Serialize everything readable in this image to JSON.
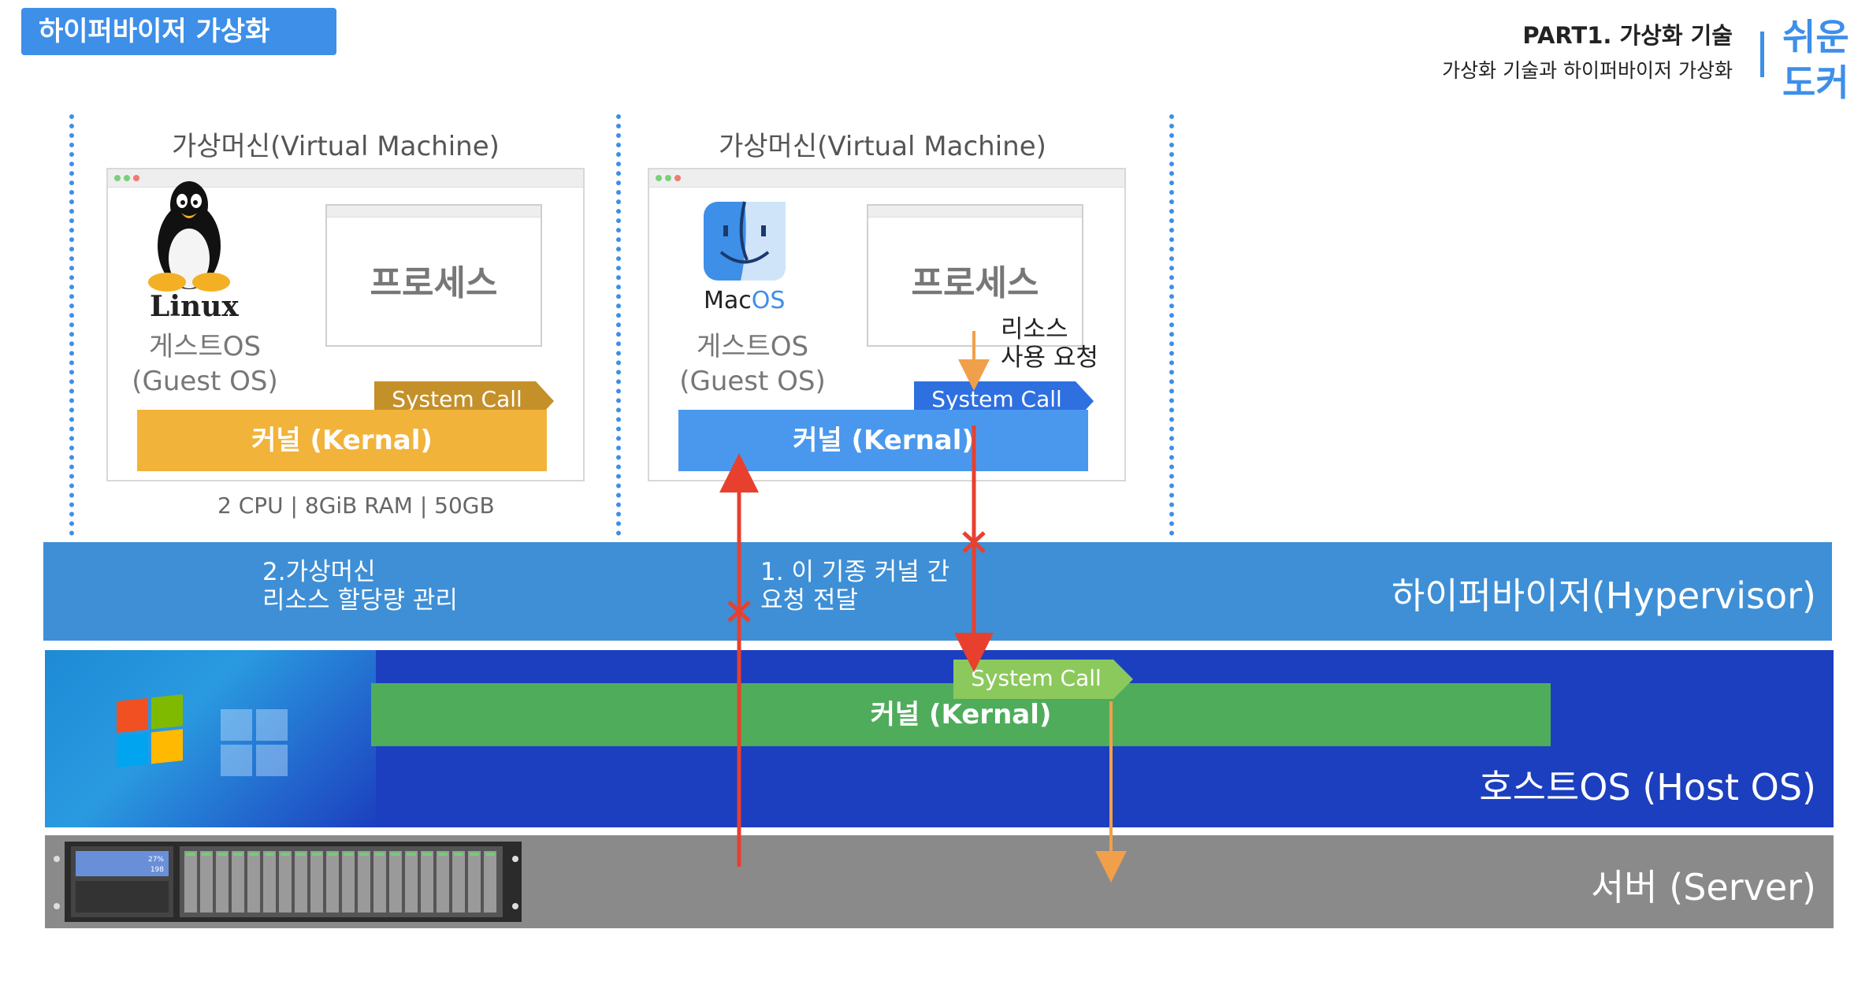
{
  "header": {
    "badge": "하이퍼바이저 가상화",
    "part": "PART1. 가상화 기술",
    "subtitle": "가상화 기술과 하이퍼바이저 가상화",
    "brand_line1": "쉬운",
    "brand_line2": "도커"
  },
  "vm_left": {
    "title": "가상머신(Virtual Machine)",
    "os_logo": "Linux",
    "os_label_line1": "게스트OS",
    "os_label_line2": "(Guest OS)",
    "process": "프로세스",
    "system_call": "System Call",
    "kernel": "커널 (Kernal)",
    "spec": "2 CPU | 8GiB RAM | 50GB",
    "colors": {
      "kernel": "#f1b33a",
      "system_call": "#c4902a"
    }
  },
  "vm_right": {
    "title": "가상머신(Virtual Machine)",
    "os_logo_mac": "Mac",
    "os_logo_os": "OS",
    "os_label_line1": "게스트OS",
    "os_label_line2": "(Guest OS)",
    "process": "프로세스",
    "request_line1": "리소스",
    "request_line2": "사용 요청",
    "system_call": "System Call",
    "kernel": "커널 (Kernal)",
    "colors": {
      "kernel": "#4a98ee",
      "system_call": "#2e70e0"
    }
  },
  "hypervisor": {
    "label": "하이퍼바이저(Hypervisor)",
    "note_left_line1": "2.가상머신",
    "note_left_line2": "리소스 할당량 관리",
    "note_mid_line1": "1. 이 기종 커널 간",
    "note_mid_line2": "요청 전달",
    "color": "#3e8fd6"
  },
  "host_os": {
    "label": "호스트OS (Host OS)",
    "system_call": "System Call",
    "kernel": "커널 (Kernal)",
    "colors": {
      "layer": "#1c3fbf",
      "kernel": "#4fac5b",
      "system_call": "#8cc95d"
    }
  },
  "server": {
    "label": "서버 (Server)",
    "panel_value1": "27%",
    "panel_value2": "198",
    "color": "#8a8a8a"
  },
  "icons": [
    "linux-tux-icon",
    "macos-finder-icon",
    "windows-logo-icon",
    "server-rack-icon"
  ],
  "arrow_colors": {
    "red": "#e8402f",
    "orange": "#f0a04a"
  }
}
